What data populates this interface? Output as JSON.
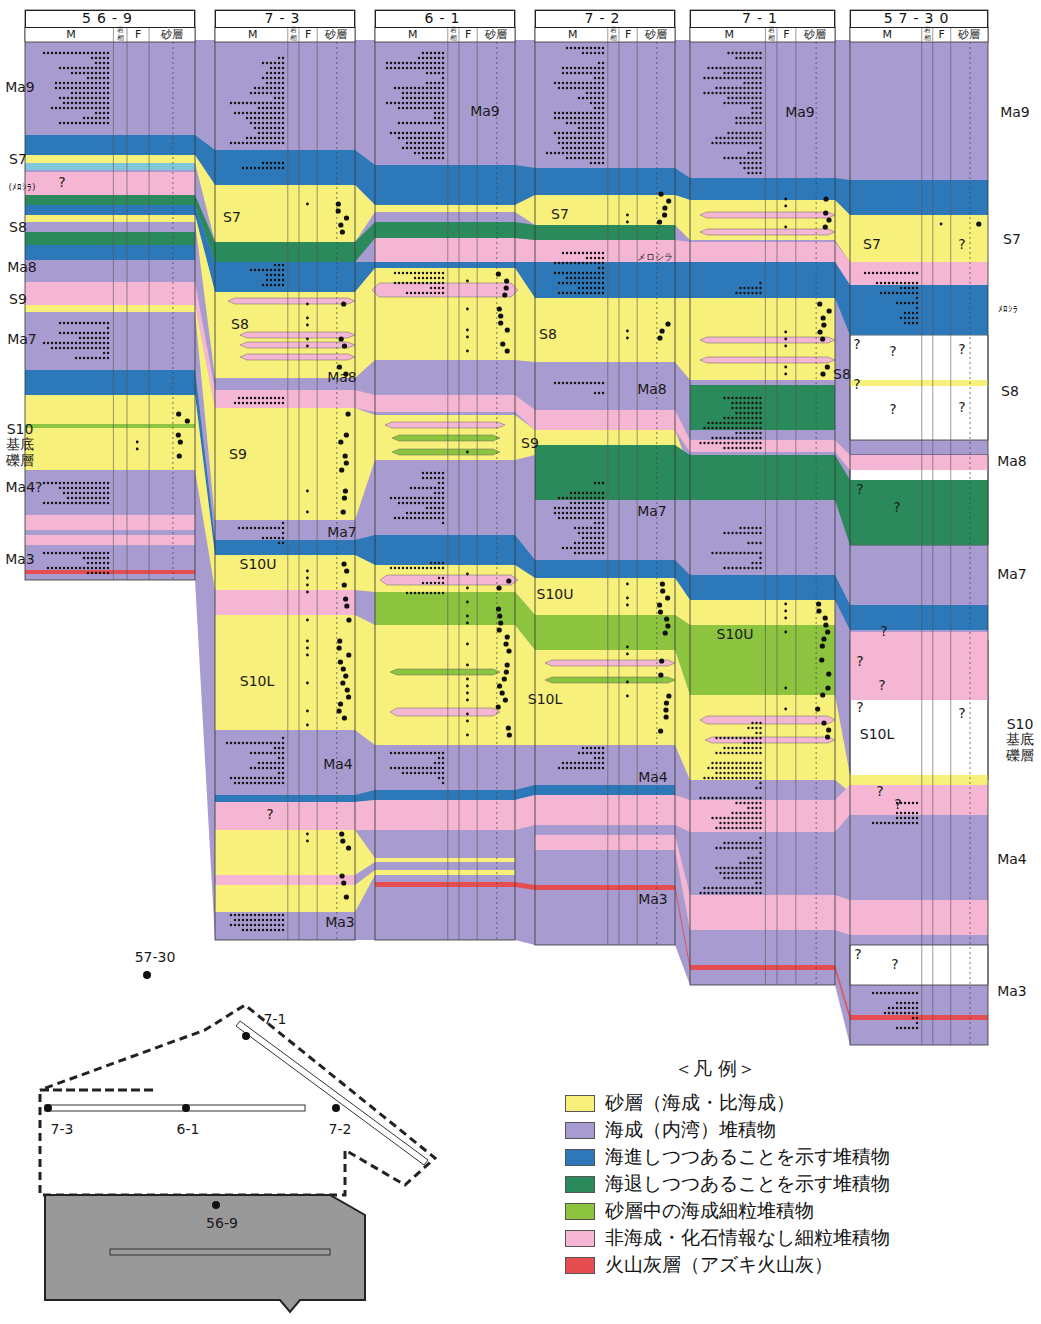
{
  "diagram": {
    "nodes": [
      {
        "text": [
          "56-9"
        ]
      },
      {
        "text": [
          "7-3"
        ]
      },
      {
        "text": [
          "6-1"
        ]
      },
      {
        "text": [
          "7-2"
        ]
      },
      {
        "text": [
          "7-1"
        ]
      },
      {
        "text": [
          "57-30"
        ]
      }
    ],
    "labels": [
      "Ma9",
      "S7",
      "(ﾒﾛｼﾗ)",
      "S8",
      "Ma8",
      "S9",
      "Ma7",
      "S10 基底 礫層",
      "Ma4?",
      "Ma3",
      "Ma9",
      "S7",
      "ﾒﾛｼﾗ",
      "S8",
      "Ma8",
      "Ma7",
      "S10 基底 礫層",
      "Ma4",
      "Ma3",
      "Ma9",
      "Ma9",
      "S7",
      "S7",
      "S7",
      "?",
      "メロシラ",
      "S8",
      "S8",
      "S8",
      "Ma8",
      "Ma8",
      "S9",
      "S9",
      "Ma7",
      "Ma7",
      "S10U",
      "S10U",
      "S10U",
      "S10L",
      "S10L",
      "S10L",
      "Ma4",
      "Ma4",
      "Ma3",
      "Ma3",
      "?",
      "?",
      "?",
      "?",
      "?",
      "?",
      "?",
      "?",
      "?",
      "?",
      "?",
      "?",
      "?",
      "?",
      "?",
      "?",
      "?",
      "?",
      "?",
      "57-30",
      "7-1",
      "7-3",
      "6-1",
      "7-2",
      "56-9",
      "＜凡 例＞",
      "M",
      "岩相",
      "F",
      "砂層",
      "M",
      "岩相",
      "F",
      "砂層",
      "M",
      "岩相",
      "F",
      "砂層",
      "M",
      "岩相",
      "F",
      "砂層",
      "M",
      "岩相",
      "F",
      "砂層",
      "M",
      "岩相",
      "F",
      "砂層"
    ],
    "legend": [
      {
        "text": "砂層（海成・比海成）",
        "color": "#f7f07a"
      },
      {
        "text": "海成（内湾）堆積物",
        "color": "#a89bcf"
      },
      {
        "text": "海進しつつあることを示す堆積物",
        "color": "#2d78b9"
      },
      {
        "text": "海退しつつあることを示す堆積物",
        "color": "#2a8a5c"
      },
      {
        "text": "砂層中の海成細粒堆積物",
        "color": "#8cc43f"
      },
      {
        "text": "非海成・化石情報なし細粒堆積物",
        "color": "#f4b6d2"
      },
      {
        "text": "火山灰層（アズキ火山灰）",
        "color": "#e64d50"
      }
    ]
  }
}
